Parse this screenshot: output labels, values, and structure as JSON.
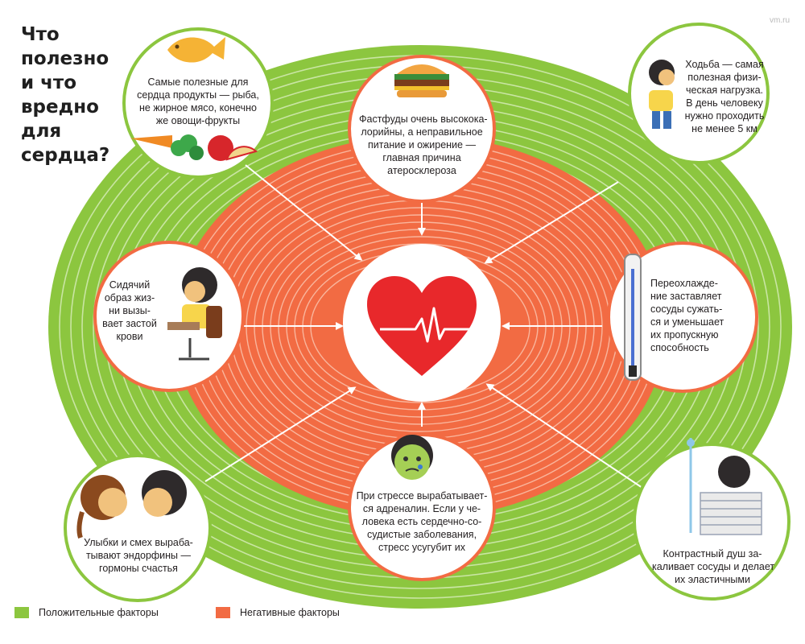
{
  "title_lines": [
    "Что",
    "полезно",
    "и что",
    "вредно",
    "для",
    "сердца?"
  ],
  "watermark": "vm.ru",
  "colors": {
    "positive": "#8cc63f",
    "negative": "#f26b43",
    "heart": "#e8282b"
  },
  "cards": {
    "foods": {
      "icon": "fish-vegetables-fruit-icon",
      "lines": [
        "Самые полезные для",
        "сердца продукты — рыба,",
        "не жирное мясо, конечно",
        "же овощи-фрукты"
      ]
    },
    "fastfood": {
      "icon": "burger-icon",
      "lines": [
        "Фастфуды очень высокока-",
        "лорийны, а неправильное",
        "питание и ожирение —",
        "главная причина",
        "атеросклероза"
      ]
    },
    "walking": {
      "icon": "walking-boy-icon",
      "lines": [
        "Ходьба — самая",
        "полезная физи-",
        "ческая нагрузка.",
        "В день человеку",
        "нужно проходить",
        "не менее 5 км"
      ]
    },
    "sedentary": {
      "icon": "sitting-boy-icon",
      "lines": [
        "Сидячий",
        "образ жиз-",
        "ни вызы-",
        "вает застой",
        "крови"
      ]
    },
    "cold": {
      "icon": "thermometer-icon",
      "lines": [
        "Переохлажде-",
        "ние",
        "заставляет",
        "сосуды сужать-",
        "ся и уменьшает",
        "их пропускную",
        "способность"
      ]
    },
    "smiles": {
      "icon": "girl-boy-smiling-icon",
      "lines": [
        "Улыбки и смех выраба-",
        "тывают эндорфины —",
        "гормоны счастья"
      ]
    },
    "stress": {
      "icon": "crying-face-icon",
      "lines": [
        "При стрессе вырабатывает-",
        "ся адреналин. Если у че-",
        "ловека есть сердечно-со-",
        "судистые заболевания,",
        "стресс усугубит их"
      ]
    },
    "shower": {
      "icon": "shower-icon",
      "lines": [
        "Контрастный душ за-",
        "каливает сосуды и делает",
        "их эластичными"
      ]
    }
  },
  "legend": {
    "positive_label": "Положительные факторы",
    "negative_label": "Негативные факторы"
  }
}
